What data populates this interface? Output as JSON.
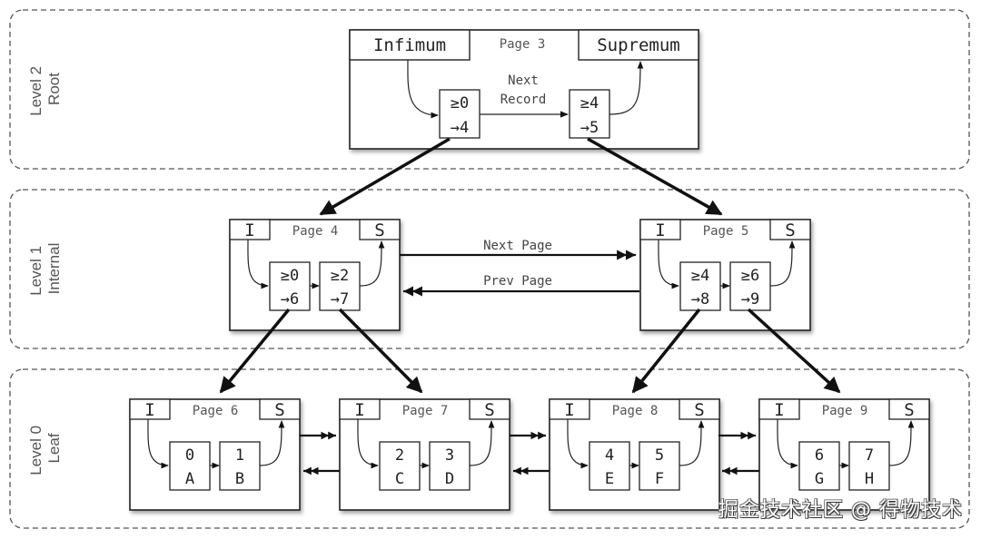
{
  "levels": [
    {
      "line1": "Level 2",
      "line2": "Root"
    },
    {
      "line1": "Level 1",
      "line2": "Internal"
    },
    {
      "line1": "Level 0",
      "line2": "Leaf"
    }
  ],
  "root": {
    "title": "Page 3",
    "infimum": "Infimum",
    "supremum": "Supremum",
    "link_label_1": "Next",
    "link_label_2": "Record",
    "records": [
      {
        "key": "≥0",
        "child": "→4"
      },
      {
        "key": "≥4",
        "child": "→5"
      }
    ]
  },
  "internal": {
    "next_page_label": "Next Page",
    "prev_page_label": "Prev Page",
    "pages": [
      {
        "title": "Page 4",
        "infimum": "I",
        "supremum": "S",
        "records": [
          {
            "key": "≥0",
            "child": "→6"
          },
          {
            "key": "≥2",
            "child": "→7"
          }
        ]
      },
      {
        "title": "Page 5",
        "infimum": "I",
        "supremum": "S",
        "records": [
          {
            "key": "≥4",
            "child": "→8"
          },
          {
            "key": "≥6",
            "child": "→9"
          }
        ]
      }
    ]
  },
  "leaf": {
    "pages": [
      {
        "title": "Page 6",
        "infimum": "I",
        "supremum": "S",
        "records": [
          {
            "key": "0",
            "value": "A"
          },
          {
            "key": "1",
            "value": "B"
          }
        ]
      },
      {
        "title": "Page 7",
        "infimum": "I",
        "supremum": "S",
        "records": [
          {
            "key": "2",
            "value": "C"
          },
          {
            "key": "3",
            "value": "D"
          }
        ]
      },
      {
        "title": "Page 8",
        "infimum": "I",
        "supremum": "S",
        "records": [
          {
            "key": "4",
            "value": "E"
          },
          {
            "key": "5",
            "value": "F"
          }
        ]
      },
      {
        "title": "Page 9",
        "infimum": "I",
        "supremum": "S",
        "records": [
          {
            "key": "6",
            "value": "G"
          },
          {
            "key": "7",
            "value": "H"
          }
        ]
      }
    ]
  },
  "watermark": "掘金技术社区 @ 得物技术"
}
